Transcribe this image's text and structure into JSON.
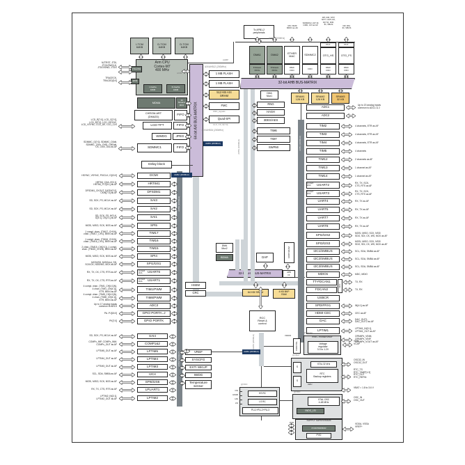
{
  "colors": {
    "matrix_purple": "#cbbcd9",
    "mem_yellow": "#f6dc96",
    "sram_orange": "#f0c571",
    "block_dark": "#6e7a71",
    "cpu_gray": "#b7bfb7",
    "dma_green": "#97a497",
    "bus_bar_gray": "#7c848a",
    "band_gray": "#ced4d8",
    "tag_navy": "#1d3a63"
  },
  "left_pins": {
    "debug1": "NJTRST, JTDI,\nJTCK/SWCLK,\nJTDO/SWD, JTDO",
    "debug2": "TRACECK,\nTRACED[3:0]",
    "lcd": "LCD_R[7:0], LCD_G[7:0],\nLCD_B[7:0], LCD_HSYNC,\nLCD_VSYNC, LCD_DE, LCD_CLK",
    "sdmmc": "SDMMC_D[7:0], SDMMC_D0dir,\nSDMMC_CKin, CMD, CMDdir,\nCK, CKin, D0o as AF"
  },
  "cpu": {
    "tcm": [
      "I-TCM\n64KB",
      "D-TCM\n64KB",
      "D-TCM\n64KB"
    ],
    "title": "Arm CPU\nCortex-M7\n400 MHz",
    "jtag": "JTAG/SW",
    "etm": "ETM",
    "icache": "I-Cache\n16KB",
    "dcache": "D-Cache\n16KB",
    "axim": "AXIM",
    "ahbp": "AHBP"
  },
  "left_blocks": [
    {
      "t": "MDMA",
      "sub": "16 Streams\nFIFO"
    },
    {
      "t": "CHROM-ART\n(DMA2D)",
      "sub": "FIFO"
    },
    {
      "t": "LCD-TFT",
      "sub": "FIFO"
    },
    {
      "t": "WWDG",
      "sub": "JPEG"
    },
    {
      "t": "SDMMC1",
      "sub": "FIFO"
    },
    {
      "t": "Delay block"
    }
  ],
  "axi_matrix": "64-bit AXI BUS-MATRIX",
  "mem": {
    "bus1": "AXI/AHB12 (200MHz)",
    "bus2": "AXI/AHB34 (200MHz)",
    "ahb3_tag": "AHB3 (200MHz)",
    "items": [
      {
        "t": "1 MB FLASH"
      },
      {
        "t": "1 MB FLASH"
      },
      {
        "t": "512 KB AXI\nSRAM"
      },
      {
        "t": "FMC",
        "note": "FMC_signals"
      },
      {
        "t": "Quad-SPI",
        "note": "CLK, CS, D[7:0]"
      }
    ]
  },
  "top": {
    "apb_box": "To APB1-2\nperipherals",
    "ahb1": "AHB1 (200MHz)",
    "masters": [
      {
        "t": "DMA1",
        "sub": "8 Stream\nFIFOs"
      },
      {
        "t": "DMA2",
        "sub": "8 Stream\nFIFOs"
      },
      {
        "t": "ETHER\nMAC",
        "sub": "DMA/\nFIFO",
        "pin": "MII / RMII\nMDIO as AF"
      },
      {
        "t": "SDMMC2",
        "sub": "FIFO",
        "pin": "SDMMC2_D[7:0]\nCMD, CK as AF"
      },
      {
        "t": "OTG_HS",
        "hdr": "PHY",
        "sub": "DMA/\nFIFO",
        "pin": "DP, DM, STP,\nNXT, ULPI-CK,\nD[7:0], DIR,\nID, VBUS"
      },
      {
        "t": "OTG_FS",
        "hdr": "PHY",
        "sub": "DMA/\nFIFO",
        "pin": "DP, DM,\nID, VBUS"
      }
    ]
  },
  "d2": {
    "matrix": "32-bit AHB BUS-MATRIX",
    "srams": [
      "SRAM1\n128 KB",
      "SRAM2\n128 KB",
      "SRAM3\n32 KB"
    ],
    "adc1": "ADC1",
    "adc2": "ADC2",
    "adc_pin": "Up to 20 analog inputs\ncommon to ADC1 & 2"
  },
  "mid": {
    "dmamux1": "DMA\nMux1",
    "crypto": [
      "RNG",
      "HASH",
      "3DES/AES"
    ],
    "apb1_tims": [
      "TIM6",
      "TIM7",
      "SWPMI"
    ],
    "apb3_label": "APB3 (100MHz)"
  },
  "apb2": {
    "bar": "APB2 (100MHz)",
    "ahb2_tag": "AHB2 (200MHz)",
    "rows": [
      {
        "t": "DCMI",
        "pin": "HSYNC, VSYNC, PIXCLK, D[13:0]"
      },
      {
        "t": "HRTIM1",
        "pin": "HRTIM_CHA..E[2:1],\nHRTIM_FLT[5:1] as AF"
      },
      {
        "t": "DFSDM1",
        "pin": "DFSDM1_CKOUT, DATIN[7:0],\nCKIN[7:0] as AF"
      },
      {
        "t": "SAI3",
        "pin": "SD, SCK, FS, MCLK as AF"
      },
      {
        "t": "SAI2",
        "pin": "SD, SCK, FS, MCLK as AF"
      },
      {
        "t": "SAI1",
        "pin": "SD, SCK, FS, MCLK,\nD[3:1], CK[2:1] as AF"
      },
      {
        "t": "SPI5",
        "pin": "MOSI, MISO, SCK, NSS as AF"
      },
      {
        "t": "TIM17",
        "pin": "1 compl. chan. (TIM17_CH1N),\nchan. (TIM17_CH1), BKIN as AF"
      },
      {
        "t": "TIM16",
        "pin": "1 compl. chan. (TIM16_CH1N),\nchan. (TIM16_CH1), BKIN as AF"
      },
      {
        "t": "TIM15",
        "pin": "2 chan. (TIM15_CH[2:1]), 1 compl.\nchan. (TIM15_CH1N), BKIN as AF"
      },
      {
        "t": "SPI4",
        "pin": "MOSI, MISO, SCK, NSS as AF"
      },
      {
        "t": "SPI1/I2S1",
        "pin": "MOSI/SD, MISO/ext_SD,\nSCK/CK, NSS/WS, MCK as AF"
      },
      {
        "t": "USART6",
        "tag": "smcard\nirDA",
        "pin": "RX, TX, CK, CTS, RTS as AF"
      },
      {
        "t": "USART1",
        "tag": "smcard\nirDA",
        "pin": "RX, TX, CK, CTS, RTS as AF"
      },
      {
        "t": "TIM1/PWM",
        "pin": "4 compl. chan. (TIM1_CH[4:1]N),\n4 chan. (TIM1_CH[4:1]),\nETR, BKIN as AF"
      },
      {
        "t": "TIM8/PWM",
        "pin": "4 compl. chan. (TIM8_CH[4:1]N),\n4 chan. (TIM8_CH[4:1]),\nETR, BKIN as AF"
      },
      {
        "t": "ADC3",
        "pin": "Up to 17 analog inputs\ncommon to ADC3"
      },
      {
        "t": "GPIO PORTA..J",
        "pin": "PA..PJ[15:0]"
      },
      {
        "t": "GPIO PORTK",
        "pin": "PK[7:0]"
      }
    ]
  },
  "apb4": {
    "bar": "APB4 (100MHz)",
    "rows": [
      {
        "t": "SAI4",
        "pin": "SD, SCK, FS, MCLK as AF"
      },
      {
        "t": "COMP1&2",
        "pin": "COMPx_INP, COMPx_INM,\nCOMPx_OUT as AF"
      },
      {
        "t": "LPTIM5",
        "pin": "LPTIM5_OUT as AF"
      },
      {
        "t": "LPTIM4",
        "pin": "LPTIM4_OUT as AF"
      },
      {
        "t": "LPTIM3",
        "pin": "LPTIM3_OUT as AF"
      },
      {
        "t": "I2C4",
        "pin": "SCL, SDA, SMBA as AF"
      },
      {
        "t": "SPI6/I2S6",
        "pin": "MOSI, MISO, SCK, NSS as AF"
      },
      {
        "t": "LPUART1",
        "pin": "RX, TX, CTS, RTS as AF"
      },
      {
        "t": "LPTIM2",
        "pin": "LPTIM2_IN[2:1],\nLPTIM2_OUT as AF"
      }
    ],
    "right": [
      "VREF",
      "SYSCFG",
      "EXTI WKUP",
      "IWDG",
      "Temperature\nsensor"
    ]
  },
  "apb1": {
    "bar": "APB1 (100MHz)",
    "fifo_tag": "FIFO",
    "vdd_tag": "@VDD33",
    "rows": [
      {
        "t": "TIM2",
        "pin": "4 channels, ETR as AF"
      },
      {
        "t": "TIM3",
        "pin": "4 channels, ETR as AF"
      },
      {
        "t": "TIM4",
        "pin": "4 channels, ETR as AF"
      },
      {
        "t": "TIM5",
        "pin": "4 channels"
      },
      {
        "t": "TIM12",
        "pin": "2 channels as AF"
      },
      {
        "t": "TIM13",
        "pin": "1 channel as AF"
      },
      {
        "t": "TIM14",
        "pin": "1 channel as AF"
      },
      {
        "t": "USART2",
        "tag": "smcard\nirDA",
        "pin": "RX, TX, SCK,\nCTS, RTS as AF"
      },
      {
        "t": "USART3",
        "tag": "smcard\nirDA",
        "pin": "RX, TX, SCK,\nCTS, RTS as AF"
      },
      {
        "t": "UART4",
        "pin": "RX, TX as AF"
      },
      {
        "t": "UART5",
        "pin": "RX, TX as AF"
      },
      {
        "t": "UART7",
        "pin": "RX, TX as AF"
      },
      {
        "t": "UART8",
        "pin": "RX, TX as AF"
      },
      {
        "t": "SPI2/I2S2",
        "pin": "MOSI, MISO, SCK, NSS/\nSDO, SDI, CK, WS, MCK as AF"
      },
      {
        "t": "SPI3/I2S3",
        "pin": "MOSI, MISO, SCK, NSS/\nSDO, SDI, CK, WS, MCK as AF"
      },
      {
        "t": "I2C1/SMBUS",
        "pin": "SCL, SDA, SMBA as AF"
      },
      {
        "t": "I2C2/SMBUS",
        "pin": "SCL, SDA, SMBA as AF"
      },
      {
        "t": "I2C3/SMBUS",
        "pin": "SCL, SDA, SMBA as AF"
      },
      {
        "t": "MDIOs",
        "pin": "MDC, MDIO"
      },
      {
        "t": "TT-FDCAN1",
        "pin": "TX, RX"
      },
      {
        "t": "FDCAN2",
        "pin": "TX, RX"
      },
      {
        "t": "USBCR"
      },
      {
        "t": "SPDIFRX1",
        "pin": "IN[4:1] as AF"
      },
      {
        "t": "HDMI-CEC",
        "pin": "CEC as AF"
      },
      {
        "t": "DAC",
        "pin": "DAC_OUT1,\nDAC_OUT2 as AF"
      },
      {
        "t": "LPTIM1",
        "pin": "LPTIM1_IN[2:1],\nLPTIM1_OUT as AF"
      },
      {
        "t": "OPAMP1&2",
        "pin": "OPAMPx_VINM,\nOPAMPx_VINP,\nOPAMPx_VOUT as AF"
      }
    ]
  },
  "d3": {
    "dmamux2": "DMA\nMux2",
    "bdma": "BDMA",
    "dap": "DAP",
    "canram": "10KB SRAM",
    "apbif": "APB\nI/F",
    "matrix": "32-bit AHB BUS-MATRIX",
    "sram4": "64 KB SRAM",
    "bkpram": "4 KB BKP\nRAM",
    "hsem": "HSEM",
    "crc": "CRC",
    "ahb4_bars": "AHB4",
    "ahb4_tag": "AHB4 (200MHz)",
    "ahb4_bus": "AHB4 (200MHz)",
    "rcc": "RCC\nReset &\ncontrol"
  },
  "power": {
    "at": "@VDD33",
    "vdd": "VDD33",
    "ctrl": "PWRCTRL",
    "title": "PWR + POWER MNGT",
    "reg": "Voltage\nregulator\n3.3 to 1.2V",
    "pin": "VDD\nVCAP"
  },
  "vbat": {
    "at": "@VBAT",
    "sw": "S",
    "xtal": "XTAL 32 kHz",
    "rtc": "RTC\nBackup registers",
    "awu": "AWU",
    "pin1": "OSC32_IN\nOSC32_OUT",
    "pin2": "RTC_TS\nRTC_TAMP[1:3]\nRTC_OUT\nRTC_REFIN",
    "pin3": "VBAT = 1.8 to 3.6 V"
  },
  "vddosc": {
    "at": "@VDD",
    "xtal": "XTAL OSC\n4-48 MHz",
    "iwdg": "IWDG_LSI",
    "pin": "OSC_IN\nOSC_OUT"
  },
  "rcosc": {
    "at": "@VDD",
    "items": [
      "HS RC",
      "LS RC",
      "PLL1+PLL2+PLL3"
    ],
    "pins": [
      "CSI",
      "HSI48",
      "HSI",
      "LSI"
    ]
  },
  "supply": {
    "title": "SUPPLY SUPERVISION",
    "por": "POR/PDR/BOR",
    "pvd": "PVD",
    "left": "POR\nreset\nInt",
    "right": "VDDA, VSSA\nVREF+"
  }
}
